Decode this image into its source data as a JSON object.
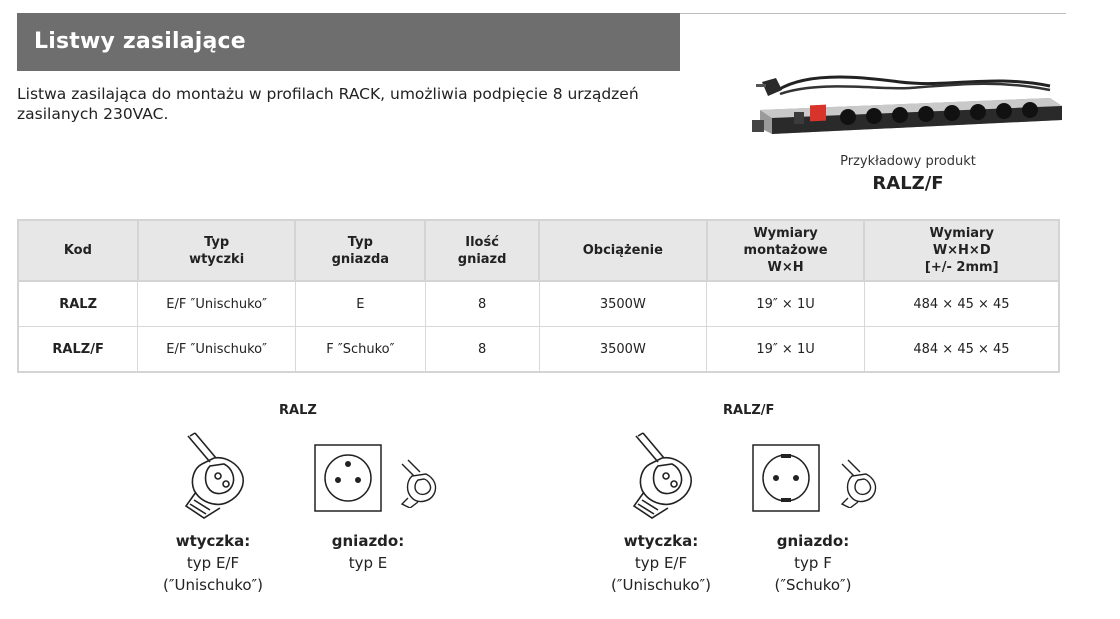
{
  "header": {
    "title": "Listwy zasilające"
  },
  "intro": {
    "text": "Listwa zasilająca do montażu w profilach RACK, umożliwia podpięcie 8 urządzeń zasilanych 230VAC."
  },
  "product": {
    "caption": "Przykładowy produkt",
    "code": "RALZ/F"
  },
  "table": {
    "headers": [
      "Kod",
      "Typ\nwtyczki",
      "Typ\ngniazda",
      "Ilość\ngniazd",
      "Obciążenie",
      "Wymiary\nmontażowe\nW×H",
      "Wymiary\nW×H×D\n[+/- 2mm]"
    ],
    "rows": [
      [
        "RALZ",
        "E/F ″Unischuko″",
        "E",
        "8",
        "3500W",
        "19″ × 1U",
        "484 × 45 × 45"
      ],
      [
        "RALZ/F",
        "E/F ″Unischuko″",
        "F ″Schuko″",
        "8",
        "3500W",
        "19″ × 1U",
        "484 × 45 × 45"
      ]
    ]
  },
  "groups": [
    {
      "title": "RALZ",
      "plug": {
        "label": "wtyczka:",
        "line1": "typ E/F",
        "line2": "(″Unischuko″)"
      },
      "socket": {
        "label": "gniazdo:",
        "line1": "typ E"
      }
    },
    {
      "title": "RALZ/F",
      "plug": {
        "label": "wtyczka:",
        "line1": "typ E/F",
        "line2": "(″Unischuko″)"
      },
      "socket": {
        "label": "gniazdo:",
        "line1": "typ F",
        "line2": "(″Schuko″)"
      }
    }
  ],
  "icons": {
    "product_image": "rack-power-strip-image",
    "plug": "angled-plug-icon",
    "socket_e": "socket-type-e-icon",
    "socket_f": "socket-type-f-icon",
    "small_plug": "small-plug-icon"
  },
  "colors": {
    "banner": "#6e6e6e",
    "table_header": "#e7e7e7",
    "switch_red": "#d9342b"
  }
}
